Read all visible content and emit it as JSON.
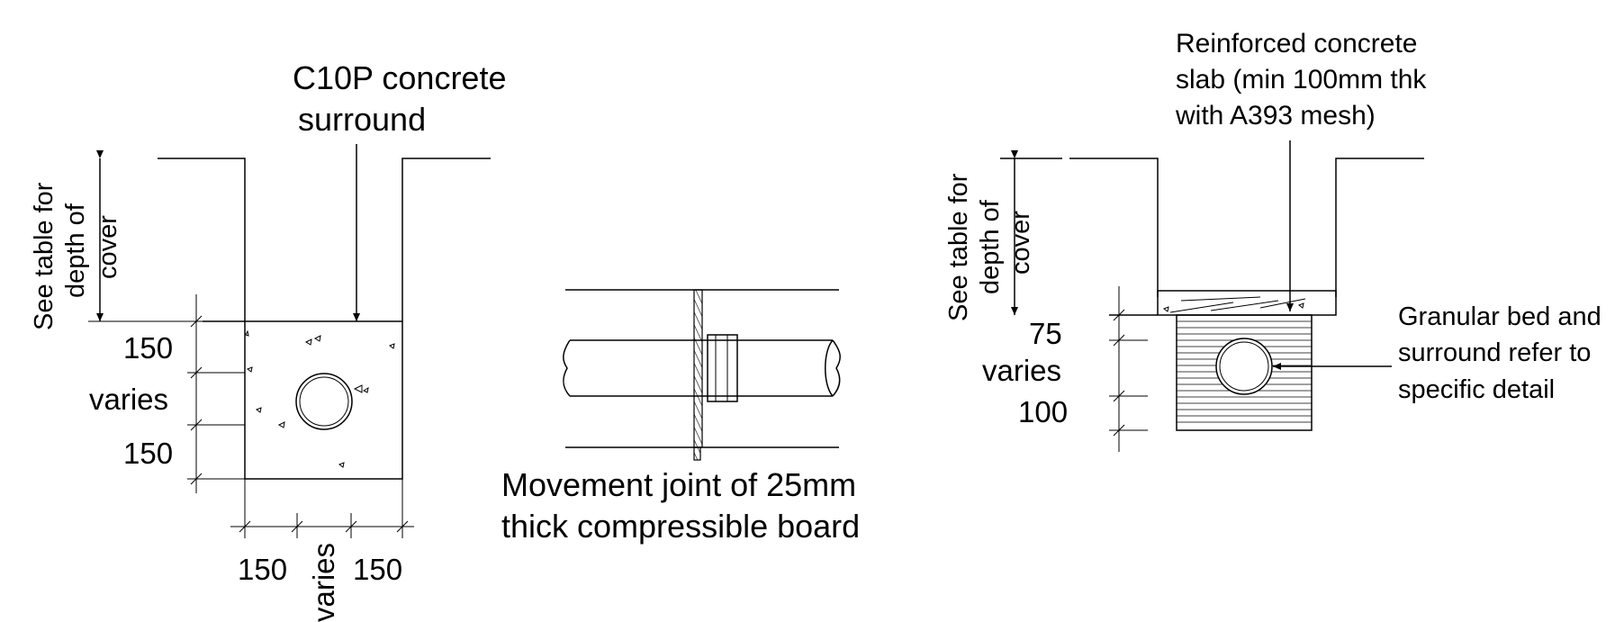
{
  "concrete_surround_detail": {
    "callout_line1": "C10P concrete",
    "callout_line2": "surround",
    "depth_label_line1": "See table for",
    "depth_label_line2": "depth of",
    "depth_label_line3": "cover",
    "dim_top": "150",
    "dim_middle": "varies",
    "dim_bottom": "150",
    "dim_width_left": "150",
    "dim_width_middle": "varies",
    "dim_width_right": "150"
  },
  "movement_joint_detail": {
    "label_line1": "Movement joint of 25mm",
    "label_line2": "thick compressible board"
  },
  "slab_detail": {
    "callout_line1": "Reinforced concrete",
    "callout_line2": "slab (min 100mm thk",
    "callout_line3": "with A393 mesh)",
    "depth_label_line1": "See table for",
    "depth_label_line2": "depth of",
    "depth_label_line3": "cover",
    "dim_top": "75",
    "dim_middle": "varies",
    "dim_bottom": "100",
    "bed_label_line1": "Granular bed and",
    "bed_label_line2": "surround refer to",
    "bed_label_line3": "specific detail"
  }
}
